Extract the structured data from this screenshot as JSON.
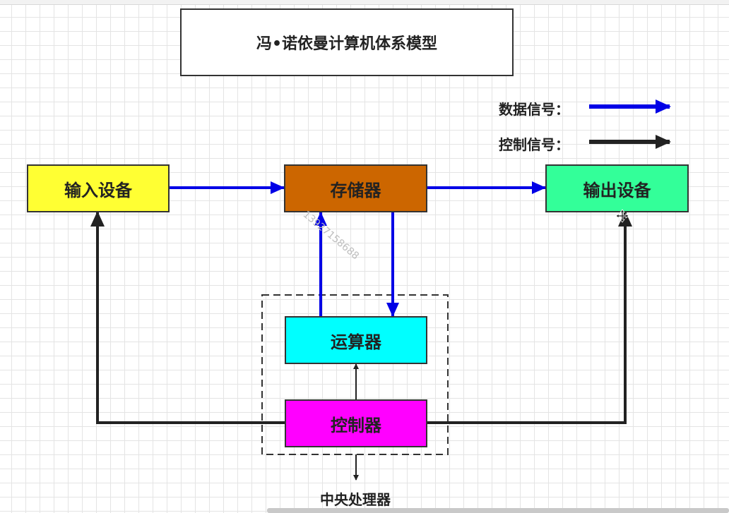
{
  "title": "冯•诺依曼计算机体系模型",
  "legend": {
    "data_signal": "数据信号：",
    "control_signal": "控制信号："
  },
  "nodes": {
    "input": "输入设备",
    "memory": "存储器",
    "output": "输出设备",
    "alu": "运算器",
    "controller": "控制器"
  },
  "cpu_label": "中央处理器",
  "watermark": "13927158688",
  "colors": {
    "data_arrow": "#0000e6",
    "control_arrow": "#222222",
    "input_fill": "#ffff33",
    "memory_fill": "#cc6600",
    "output_fill": "#33ff99",
    "alu_fill": "#00ffff",
    "controller_fill": "#ff00ff"
  }
}
